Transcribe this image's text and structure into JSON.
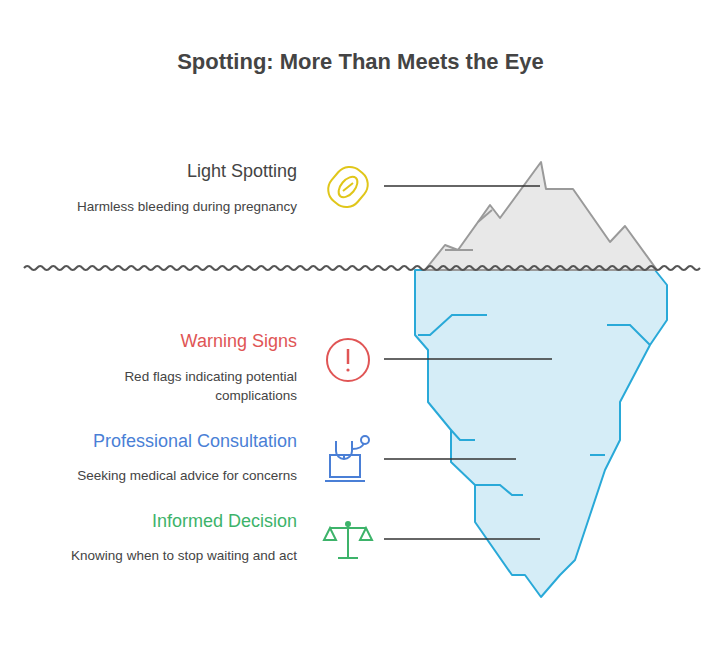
{
  "diagram": {
    "title": "Spotting: More Than Meets the Eye",
    "labels": [
      "Light Spotting",
      "Harmless bleeding during pregnancy",
      "Warning Signs",
      "Red flags indicating potential complications",
      "Professional Consultation",
      "Seeking medical advice for concerns",
      "Informed Decision",
      "Knowing when to stop waiting and act"
    ]
  }
}
